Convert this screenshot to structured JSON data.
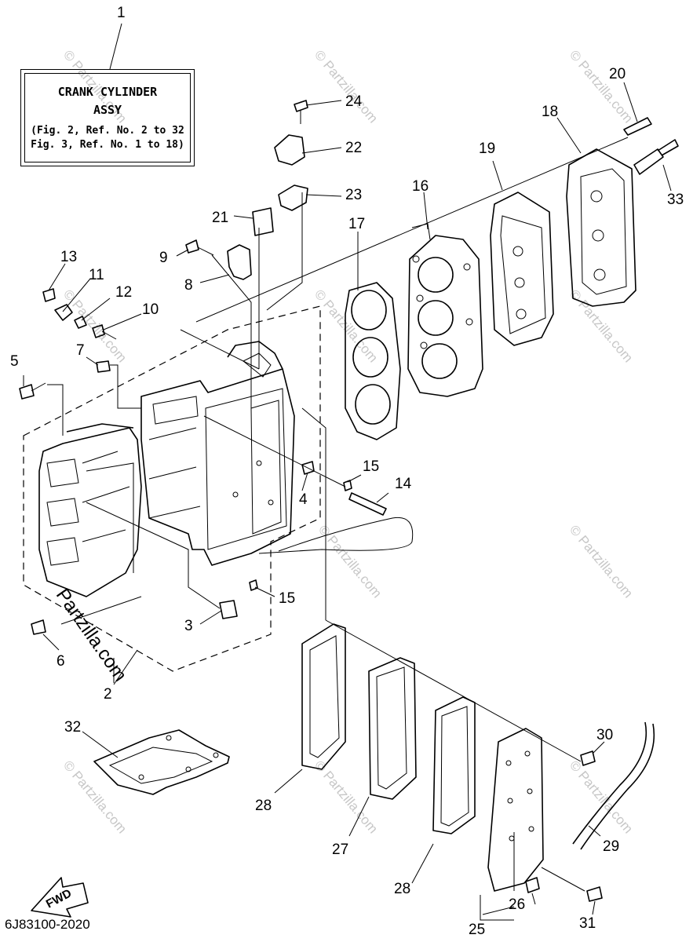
{
  "assembly_box": {
    "title": "CRANK CYLINDER",
    "subtitle": "ASSY",
    "ref1": "(Fig. 2, Ref. No. 2 to 32",
    "ref2": "Fig. 3, Ref. No. 1 to 18)"
  },
  "callouts": {
    "c1": "1",
    "c2": "2",
    "c3": "3",
    "c4": "4",
    "c5": "5",
    "c6": "6",
    "c7": "7",
    "c8": "8",
    "c9": "9",
    "c10": "10",
    "c11": "11",
    "c12": "12",
    "c13": "13",
    "c14": "14",
    "c15a": "15",
    "c15b": "15",
    "c16": "16",
    "c17": "17",
    "c18": "18",
    "c19": "19",
    "c20": "20",
    "c21": "21",
    "c22": "22",
    "c23": "23",
    "c24": "24",
    "c25": "25",
    "c26": "26",
    "c27": "27",
    "c28a": "28",
    "c28b": "28",
    "c29": "29",
    "c30": "30",
    "c31": "31",
    "c32": "32",
    "c33": "33"
  },
  "fwd_label": "FWD",
  "diagram_code": "6J83100-2020",
  "overlay_logo": "Partzilla.com",
  "watermark": "© Partzilla.com"
}
